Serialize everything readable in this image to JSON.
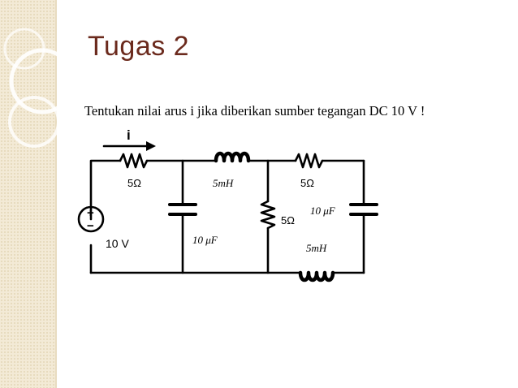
{
  "slide": {
    "title": "Tugas 2",
    "problem_text": "Tentukan nilai arus i jika diberikan sumber tegangan DC 10 V !"
  },
  "circuit": {
    "current_label": "i",
    "source": {
      "label": "10 V",
      "plus": "+",
      "minus": "−"
    },
    "components": [
      {
        "id": "R1",
        "type": "resistor",
        "label": "5Ω"
      },
      {
        "id": "C1",
        "type": "capacitor",
        "label": "10 μF"
      },
      {
        "id": "L1",
        "type": "inductor",
        "label": "5mH"
      },
      {
        "id": "R2",
        "type": "resistor",
        "label": "5Ω"
      },
      {
        "id": "R3",
        "type": "resistor",
        "label": "5Ω"
      },
      {
        "id": "C2",
        "type": "capacitor",
        "label": "10 μF"
      },
      {
        "id": "L2",
        "type": "inductor",
        "label": "5mH"
      }
    ]
  },
  "colors": {
    "title": "#6b2a1d",
    "sidebar": "#f3ead6",
    "ink": "#000000"
  }
}
